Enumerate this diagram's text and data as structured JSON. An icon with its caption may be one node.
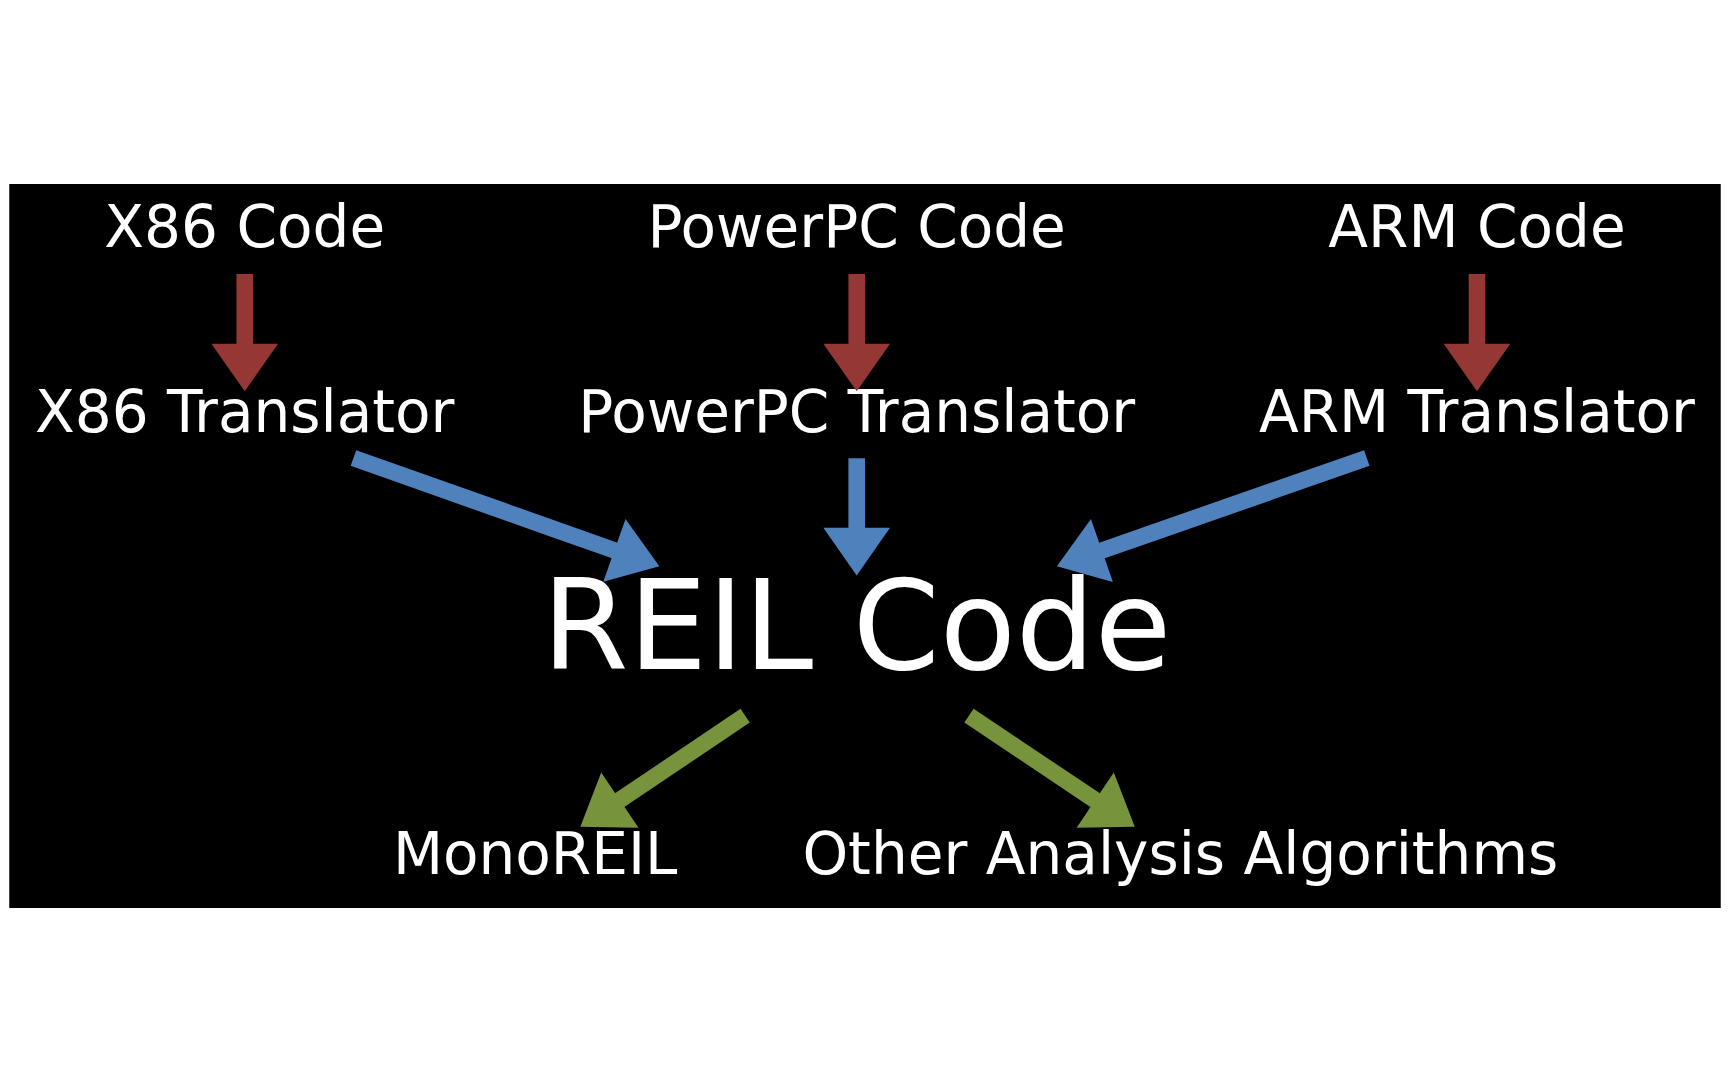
{
  "diagram": {
    "nodes": [
      {
        "text": [
          "X86 Code"
        ]
      },
      {
        "text": [
          "PowerPC Code"
        ]
      },
      {
        "text": [
          "ARM Code"
        ]
      },
      {
        "text": [
          "X86 Translator"
        ]
      },
      {
        "text": [
          "PowerPC Translator"
        ]
      },
      {
        "text": [
          "ARM Translator"
        ]
      },
      {
        "text": [
          "REIL Code"
        ]
      },
      {
        "text": [
          "MonoREIL"
        ]
      },
      {
        "text": [
          "Other Analysis Algorithms"
        ]
      }
    ],
    "edges": [
      {
        "from": 0,
        "to": 3,
        "arrow": "to",
        "color": "#953735"
      },
      {
        "from": 1,
        "to": 4,
        "arrow": "to",
        "color": "#953735"
      },
      {
        "from": 2,
        "to": 5,
        "arrow": "to",
        "color": "#953735"
      },
      {
        "from": 3,
        "to": 6,
        "arrow": "to",
        "color": "#4f81bd"
      },
      {
        "from": 4,
        "to": 6,
        "arrow": "to",
        "color": "#4f81bd"
      },
      {
        "from": 5,
        "to": 6,
        "arrow": "to",
        "color": "#4f81bd"
      },
      {
        "from": 6,
        "to": 7,
        "arrow": "to",
        "color": "#77933c"
      },
      {
        "from": 6,
        "to": 8,
        "arrow": "to",
        "color": "#77933c"
      }
    ]
  }
}
